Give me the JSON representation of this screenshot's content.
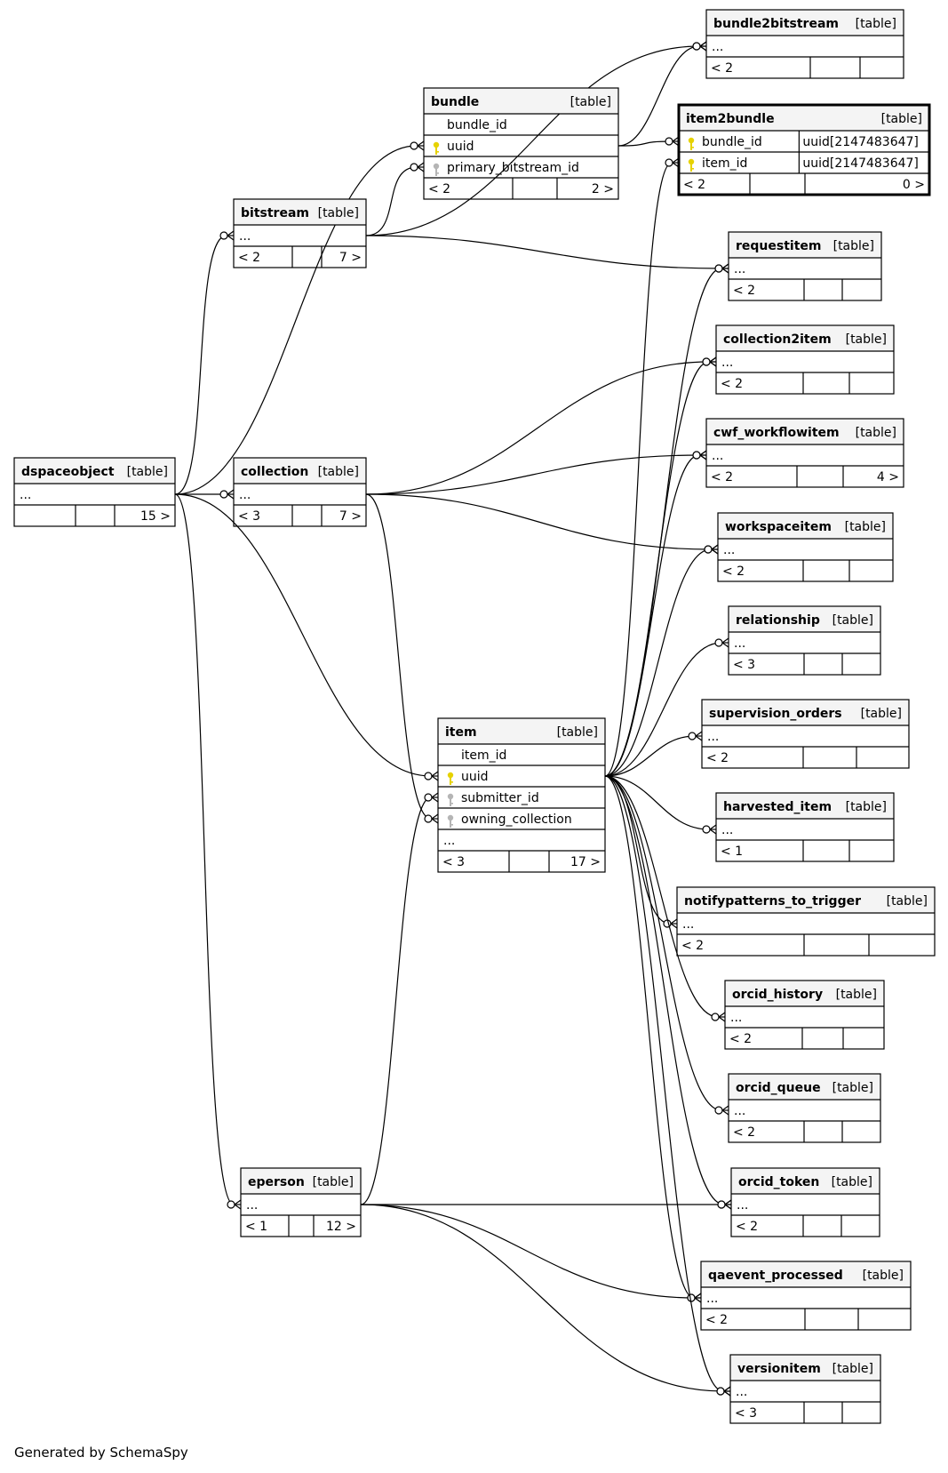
{
  "diagram": {
    "tables": [
      {
        "id": "bundle2bitstream",
        "name": "bundle2bitstream",
        "type": "[table]",
        "rows": [
          {
            "label": "..."
          }
        ],
        "footer": {
          "left": "< 2",
          "right": ""
        }
      },
      {
        "id": "bundle",
        "name": "bundle",
        "type": "[table]",
        "rows": [
          {
            "label": "bundle_id"
          },
          {
            "label": "uuid",
            "key": "pk"
          },
          {
            "label": "primary_bitstream_id",
            "key": "fk"
          }
        ],
        "footer": {
          "left": "< 2",
          "right": "2 >"
        }
      },
      {
        "id": "item2bundle",
        "name": "item2bundle",
        "type": "[table]",
        "focused": true,
        "rows": [
          {
            "label": "bundle_id",
            "key": "pk",
            "dtype": "uuid[2147483647]"
          },
          {
            "label": "item_id",
            "key": "pk",
            "dtype": "uuid[2147483647]"
          }
        ],
        "footer": {
          "left": "< 2",
          "right": "0 >"
        }
      },
      {
        "id": "bitstream",
        "name": "bitstream",
        "type": "[table]",
        "rows": [
          {
            "label": "..."
          }
        ],
        "footer": {
          "left": "< 2",
          "right": "7 >"
        }
      },
      {
        "id": "requestitem",
        "name": "requestitem",
        "type": "[table]",
        "rows": [
          {
            "label": "..."
          }
        ],
        "footer": {
          "left": "< 2",
          "right": ""
        }
      },
      {
        "id": "collection2item",
        "name": "collection2item",
        "type": "[table]",
        "rows": [
          {
            "label": "..."
          }
        ],
        "footer": {
          "left": "< 2",
          "right": ""
        }
      },
      {
        "id": "dspaceobject",
        "name": "dspaceobject",
        "type": "[table]",
        "rows": [
          {
            "label": "..."
          }
        ],
        "footer": {
          "left": "",
          "right": "15 >"
        }
      },
      {
        "id": "collection",
        "name": "collection",
        "type": "[table]",
        "rows": [
          {
            "label": "..."
          }
        ],
        "footer": {
          "left": "< 3",
          "right": "7 >"
        }
      },
      {
        "id": "cwf_workflowitem",
        "name": "cwf_workflowitem",
        "type": "[table]",
        "rows": [
          {
            "label": "..."
          }
        ],
        "footer": {
          "left": "< 2",
          "right": "4 >"
        }
      },
      {
        "id": "workspaceitem",
        "name": "workspaceitem",
        "type": "[table]",
        "rows": [
          {
            "label": "..."
          }
        ],
        "footer": {
          "left": "< 2",
          "right": ""
        }
      },
      {
        "id": "relationship",
        "name": "relationship",
        "type": "[table]",
        "rows": [
          {
            "label": "..."
          }
        ],
        "footer": {
          "left": "< 3",
          "right": ""
        }
      },
      {
        "id": "supervision_orders",
        "name": "supervision_orders",
        "type": "[table]",
        "rows": [
          {
            "label": "..."
          }
        ],
        "footer": {
          "left": "< 2",
          "right": ""
        }
      },
      {
        "id": "item",
        "name": "item",
        "type": "[table]",
        "rows": [
          {
            "label": "item_id"
          },
          {
            "label": "uuid",
            "key": "pk"
          },
          {
            "label": "submitter_id",
            "key": "fk"
          },
          {
            "label": "owning_collection",
            "key": "fk"
          },
          {
            "label": "..."
          }
        ],
        "footer": {
          "left": "< 3",
          "right": "17 >"
        }
      },
      {
        "id": "harvested_item",
        "name": "harvested_item",
        "type": "[table]",
        "rows": [
          {
            "label": "..."
          }
        ],
        "footer": {
          "left": "< 1",
          "right": ""
        }
      },
      {
        "id": "notifypatterns_to_trigger",
        "name": "notifypatterns_to_trigger",
        "type": "[table]",
        "rows": [
          {
            "label": "..."
          }
        ],
        "footer": {
          "left": "< 2",
          "right": ""
        }
      },
      {
        "id": "orcid_history",
        "name": "orcid_history",
        "type": "[table]",
        "rows": [
          {
            "label": "..."
          }
        ],
        "footer": {
          "left": "< 2",
          "right": ""
        }
      },
      {
        "id": "orcid_queue",
        "name": "orcid_queue",
        "type": "[table]",
        "rows": [
          {
            "label": "..."
          }
        ],
        "footer": {
          "left": "< 2",
          "right": ""
        }
      },
      {
        "id": "eperson",
        "name": "eperson",
        "type": "[table]",
        "rows": [
          {
            "label": "..."
          }
        ],
        "footer": {
          "left": "< 1",
          "right": "12 >"
        }
      },
      {
        "id": "orcid_token",
        "name": "orcid_token",
        "type": "[table]",
        "rows": [
          {
            "label": "..."
          }
        ],
        "footer": {
          "left": "< 2",
          "right": ""
        }
      },
      {
        "id": "qaevent_processed",
        "name": "qaevent_processed",
        "type": "[table]",
        "rows": [
          {
            "label": "..."
          }
        ],
        "footer": {
          "left": "< 2",
          "right": ""
        }
      },
      {
        "id": "versionitem",
        "name": "versionitem",
        "type": "[table]",
        "rows": [
          {
            "label": "..."
          }
        ],
        "footer": {
          "left": "< 3",
          "right": ""
        }
      }
    ],
    "relationships": [
      {
        "from": "bitstream",
        "to": "bundle2bitstream"
      },
      {
        "from": "bundle",
        "to": "bundle2bitstream"
      },
      {
        "from": "dspaceobject",
        "to": "bundle"
      },
      {
        "from": "bitstream",
        "to": "bundle"
      },
      {
        "from": "bundle",
        "to": "item2bundle"
      },
      {
        "from": "item",
        "to": "item2bundle"
      },
      {
        "from": "dspaceobject",
        "to": "bitstream"
      },
      {
        "from": "bitstream",
        "to": "requestitem"
      },
      {
        "from": "item",
        "to": "requestitem"
      },
      {
        "from": "collection",
        "to": "collection2item"
      },
      {
        "from": "item",
        "to": "collection2item"
      },
      {
        "from": "dspaceobject",
        "to": "collection"
      },
      {
        "from": "collection",
        "to": "cwf_workflowitem"
      },
      {
        "from": "item",
        "to": "cwf_workflowitem"
      },
      {
        "from": "collection",
        "to": "workspaceitem"
      },
      {
        "from": "item",
        "to": "workspaceitem"
      },
      {
        "from": "item",
        "to": "relationship"
      },
      {
        "from": "item",
        "to": "supervision_orders"
      },
      {
        "from": "dspaceobject",
        "to": "item"
      },
      {
        "from": "collection",
        "to": "item"
      },
      {
        "from": "eperson",
        "to": "item"
      },
      {
        "from": "item",
        "to": "harvested_item"
      },
      {
        "from": "item",
        "to": "notifypatterns_to_trigger"
      },
      {
        "from": "item",
        "to": "orcid_history"
      },
      {
        "from": "item",
        "to": "orcid_queue"
      },
      {
        "from": "dspaceobject",
        "to": "eperson"
      },
      {
        "from": "item",
        "to": "orcid_token"
      },
      {
        "from": "eperson",
        "to": "orcid_token"
      },
      {
        "from": "item",
        "to": "qaevent_processed"
      },
      {
        "from": "eperson",
        "to": "qaevent_processed"
      },
      {
        "from": "item",
        "to": "versionitem"
      },
      {
        "from": "eperson",
        "to": "versionitem"
      }
    ]
  },
  "colors": {
    "pk_key": "#e6d200",
    "fk_key": "#b5b5b5",
    "header_bg": "#f4f4f4",
    "border": "#000000"
  },
  "footer_text": "Generated by SchemaSpy"
}
